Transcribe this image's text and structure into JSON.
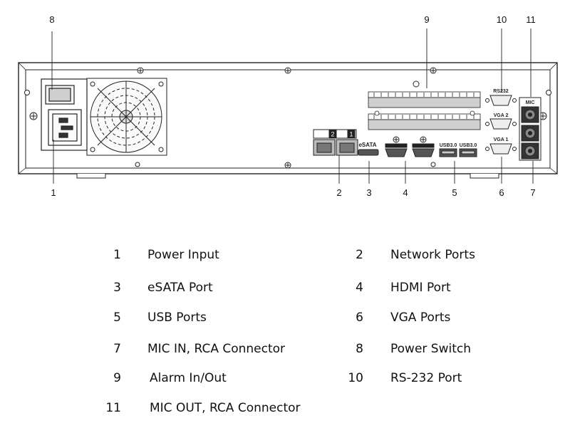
{
  "callouts": [
    "1",
    "2",
    "3",
    "4",
    "5",
    "6",
    "7",
    "8",
    "9",
    "10",
    "11"
  ],
  "panel_labels": {
    "esata": "eSATA",
    "usb_a": "USB3.0",
    "usb_b": "USB3.0",
    "rs232": "RS232",
    "vga2": "VGA 2",
    "vga1": "VGA 1",
    "mic": "MIC",
    "net_a": "2",
    "net_b": "1"
  },
  "legend": [
    {
      "num": "1",
      "label": "Power Input"
    },
    {
      "num": "2",
      "label": "Network Ports"
    },
    {
      "num": "3",
      "label": "eSATA Port"
    },
    {
      "num": "4",
      "label": "HDMI Port"
    },
    {
      "num": "5",
      "label": "USB Ports"
    },
    {
      "num": "6",
      "label": "VGA Ports"
    },
    {
      "num": "7",
      "label": "MIC IN, RCA Connector"
    },
    {
      "num": "8",
      "label": "Power Switch"
    },
    {
      "num": "9",
      "label": "Alarm In/Out"
    },
    {
      "num": "10",
      "label": "RS-232 Port"
    },
    {
      "num": "11",
      "label": "MIC OUT, RCA Connector"
    }
  ]
}
